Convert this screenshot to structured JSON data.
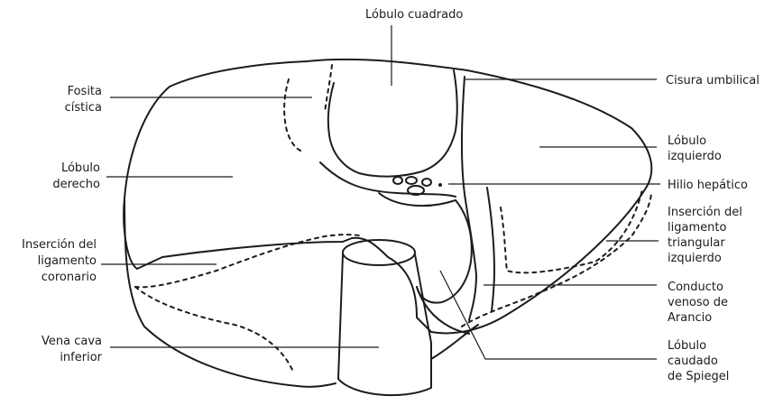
{
  "labels": {
    "lobulo_cuadrado": "Lóbulo cuadrado",
    "cisura_umbilical": "Cisura umbilical",
    "fosita_cistica": [
      "Fosita",
      "cística"
    ],
    "lobulo_izquierdo": [
      "Lóbulo",
      "izquierdo"
    ],
    "lobulo_derecho": [
      "Lóbulo",
      "derecho"
    ],
    "hilio_hepatico": "Hilio hepático",
    "insercion_triangular": [
      "Inserción del",
      "ligamento",
      "triangular",
      "izquierdo"
    ],
    "insercion_coronario": [
      "Inserción del",
      "ligamento",
      "coronario"
    ],
    "conducto_venoso": [
      "Conducto",
      "venoso de",
      "Arancio"
    ],
    "vena_cava": [
      "Vena cava",
      "inferior"
    ],
    "lobulo_caudado": [
      "Lóbulo",
      "caudado",
      "de Spiegel"
    ]
  },
  "colors": {
    "ink": "#1c1c1c",
    "background": "#ffffff"
  }
}
